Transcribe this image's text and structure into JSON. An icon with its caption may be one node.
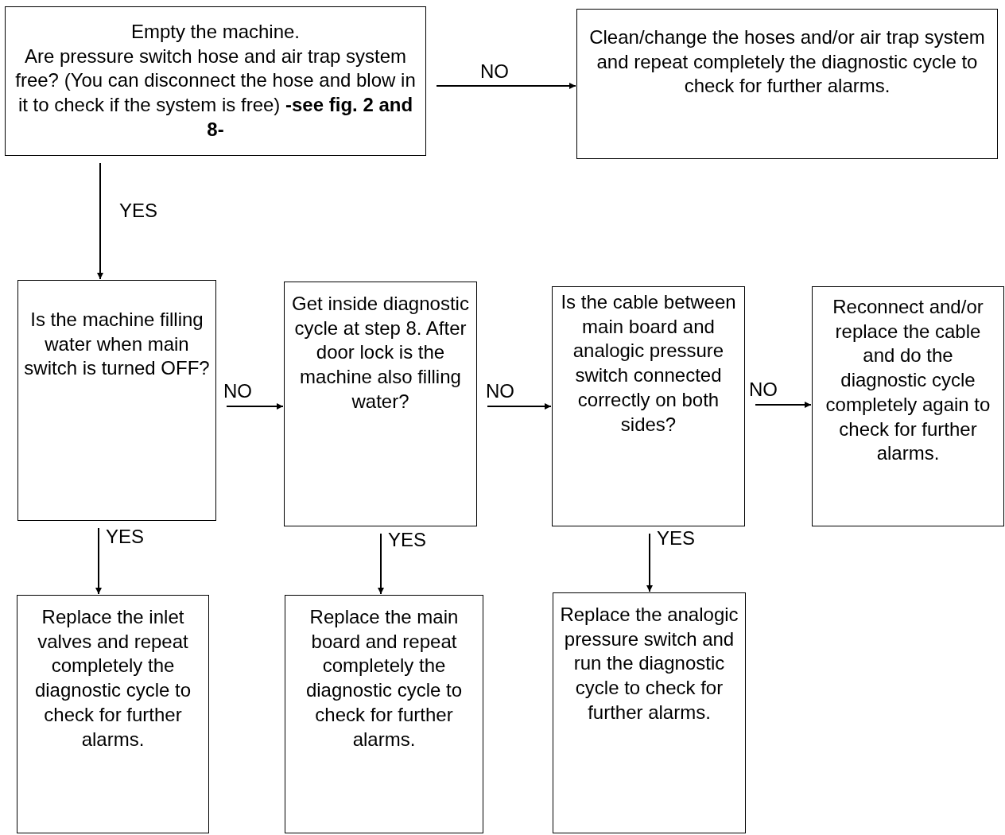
{
  "diagram": {
    "nodes": [
      {
        "text": [
          "Empty the machine.",
          "Are pressure switch hose and air trap system free? (You can disconnect the hose and blow in it to check if the system is free) **-see fig. 2 and 8-**"
        ]
      },
      {
        "text": [
          "Clean/change the hoses and/or air trap system and repeat completely the diagnostic cycle to check for further alarms."
        ]
      },
      {
        "text": [
          "Is the machine filling water when main switch is turned OFF?"
        ]
      },
      {
        "text": [
          "Get inside diagnostic cycle at step 8. After door lock is the machine also filling water?"
        ]
      },
      {
        "text": [
          "Is the cable between main board and analogic pressure switch connected correctly on both sides?"
        ]
      },
      {
        "text": [
          "Reconnect and/or replace the cable and do the diagnostic cycle completely again to check for further alarms."
        ]
      },
      {
        "text": [
          "Replace the inlet valves and repeat completely the diagnostic cycle to check for further alarms."
        ]
      },
      {
        "text": [
          "Replace the main board and repeat completely the diagnostic cycle to check for further alarms."
        ]
      },
      {
        "text": [
          "Replace the analogic pressure switch and run the diagnostic cycle to check for further alarms."
        ]
      }
    ],
    "edges": [
      {
        "from": 0,
        "to": 1,
        "arrow": "to",
        "label": "NO"
      },
      {
        "from": 0,
        "to": 2,
        "arrow": "to",
        "label": "YES"
      },
      {
        "from": 2,
        "to": 3,
        "arrow": "to",
        "label": "NO"
      },
      {
        "from": 3,
        "to": 4,
        "arrow": "to",
        "label": "NO"
      },
      {
        "from": 4,
        "to": 5,
        "arrow": "to",
        "label": "NO"
      },
      {
        "from": 2,
        "to": 6,
        "arrow": "to",
        "label": "YES"
      },
      {
        "from": 3,
        "to": 7,
        "arrow": "to",
        "label": "YES"
      },
      {
        "from": 4,
        "to": 8,
        "arrow": "to",
        "label": "YES"
      }
    ]
  }
}
